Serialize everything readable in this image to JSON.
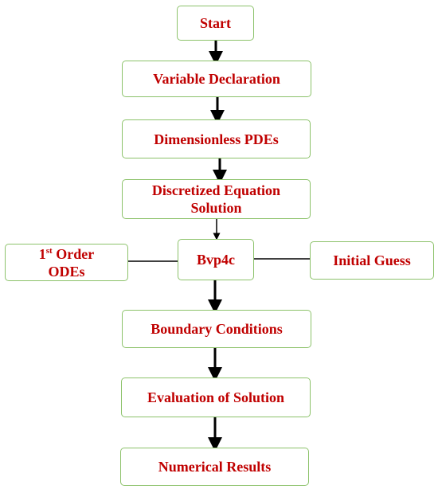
{
  "nodes": {
    "start": {
      "label": "Start"
    },
    "variable_declaration": {
      "label": "Variable Declaration"
    },
    "dimensionless_pdes": {
      "label": "Dimensionless PDEs"
    },
    "discretized": {
      "label": "Discretized Equation\nSolution"
    },
    "bvp4c": {
      "label": "Bvp4c"
    },
    "first_order": {
      "label_num": "1",
      "label_sup": "st",
      "label_rest": " Order\nODEs"
    },
    "initial_guess": {
      "label": "Initial Guess"
    },
    "boundary_conditions": {
      "label": "Boundary  Conditions"
    },
    "evaluation": {
      "label": "Evaluation of Solution"
    },
    "numerical_results": {
      "label": "Numerical Results"
    }
  },
  "colors": {
    "text": "#c00000",
    "border": "#8cc26a",
    "connector": "#000000"
  }
}
